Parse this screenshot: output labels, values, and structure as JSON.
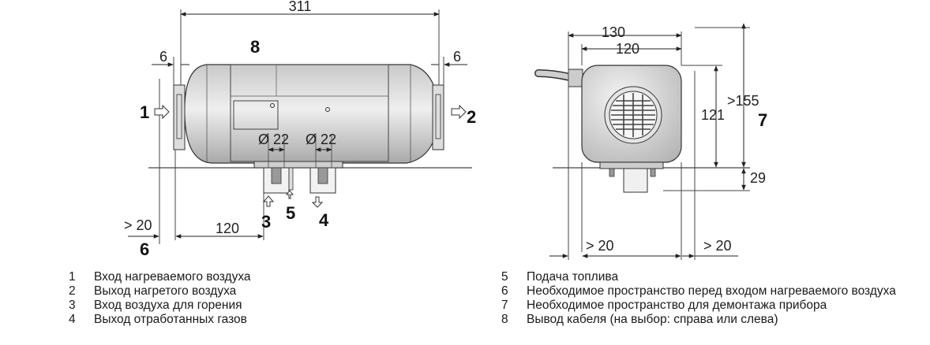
{
  "dimensions": {
    "total_length": "311",
    "left_clearance": "6",
    "right_clearance": "6",
    "diameter_left": "Ø 22",
    "diameter_right": "Ø 22",
    "min_front": "> 20",
    "offset_120": "120",
    "width_130": "130",
    "width_120": "120",
    "height_121": "121",
    "height_155": ">155",
    "bottom_29": "29",
    "side_left_20": "> 20",
    "side_right_20": "> 20"
  },
  "callouts": {
    "c1": "1",
    "c2": "2",
    "c3": "3",
    "c4": "4",
    "c5": "5",
    "c6": "6",
    "c7": "7",
    "c8": "8"
  },
  "legend_left": [
    {
      "num": "1",
      "text": "Вход нагреваемого воздуха"
    },
    {
      "num": "2",
      "text": "Выход нагретого воздуха"
    },
    {
      "num": "3",
      "text": "Вход воздуха для горения"
    },
    {
      "num": "4",
      "text": "Выход отработанных газов"
    }
  ],
  "legend_right": [
    {
      "num": "5",
      "text": "Подача топлива"
    },
    {
      "num": "6",
      "text": "Необходимое пространство перед входом нагреваемого воздуха"
    },
    {
      "num": "7",
      "text": "Необходимое пространство для демонтажа прибора"
    },
    {
      "num": "8",
      "text": "Вывод кабеля (на выбор: справа или слева)"
    }
  ]
}
